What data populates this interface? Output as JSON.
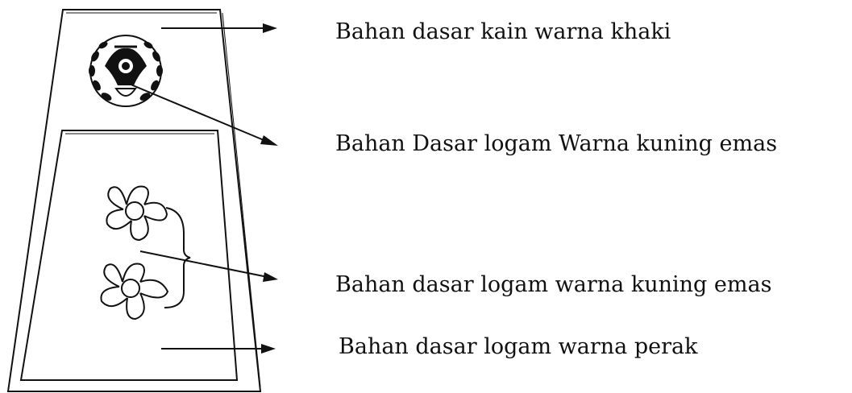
{
  "labels": {
    "base_fabric": "Bahan dasar kain warna khaki",
    "emblem_metal": "Bahan Dasar logam Warna kuning emas",
    "flowers_metal": "Bahan dasar logam warna kuning emas",
    "inner_panel_metal": "Bahan dasar logam warna perak"
  },
  "icons": {
    "emblem": "garuda-emblem-icon",
    "flower": "five-petal-flower-icon"
  },
  "colors": {
    "ink": "#111111",
    "background": "#ffffff"
  }
}
